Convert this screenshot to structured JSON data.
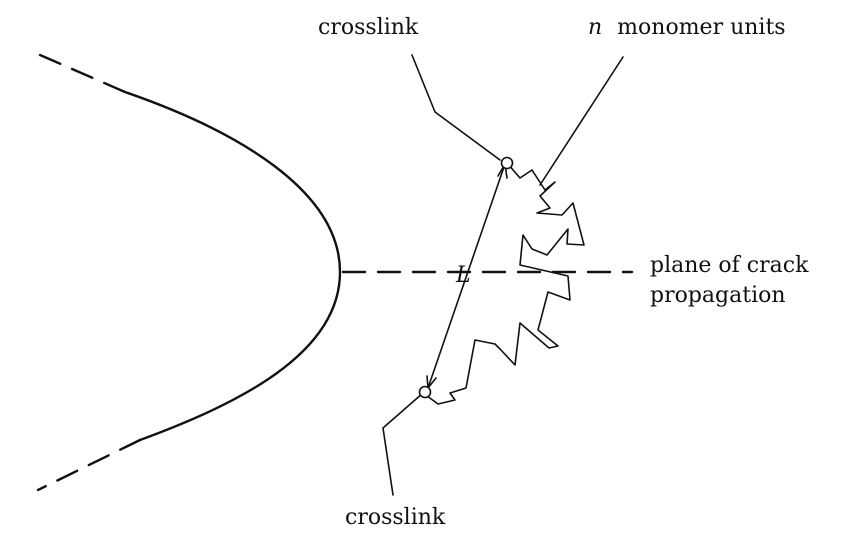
{
  "labels": {
    "crosslink_top": "crosslink",
    "crosslink_bottom": "crosslink",
    "monomer_var": "n",
    "monomer_text": "monomer units",
    "plane_line1": "plane of crack",
    "plane_line2": "propagation",
    "distance": "L"
  }
}
